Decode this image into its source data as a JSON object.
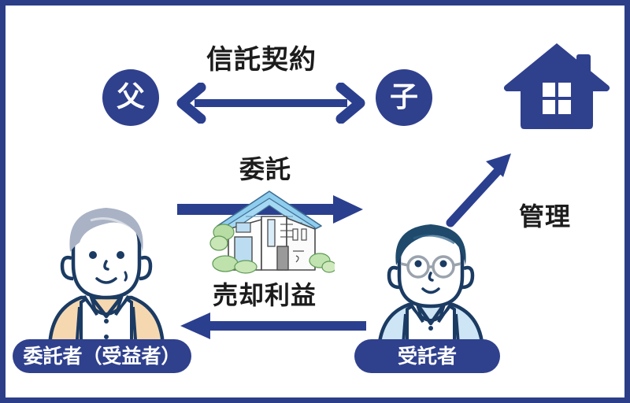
{
  "frame": {
    "border_color": "#2c3e87",
    "background_color": "#ffffff"
  },
  "palette": {
    "primary_blue": "#2f408d",
    "arrow_blue": "#2b3f8f",
    "text_black": "#1c1c1c",
    "house_roof_blue": "#7fc4e8",
    "cardigan_beige": "#f4d6ae",
    "shirt_blue": "#cfe6f5",
    "hair_gray": "#a8b2c4",
    "hair_navy": "#1f4a6b"
  },
  "roles": {
    "father": {
      "label": "父",
      "icon": "role-circle-father"
    },
    "child": {
      "label": "子",
      "icon": "role-circle-child"
    }
  },
  "labels": {
    "trust_contract": "信託契約",
    "entrust": "委託",
    "sale_profit": "売却利益",
    "management": "管理"
  },
  "badges": {
    "settlor": "委託者（受益者）",
    "trustee": "受託者"
  },
  "arrows": [
    {
      "name": "trust-contract-arrow",
      "direction": "bidirectional",
      "from": "father",
      "to": "child",
      "label": "信託契約",
      "color": "#2b3f8f"
    },
    {
      "name": "entrust-arrow",
      "direction": "right",
      "from": "settlor",
      "to": "trustee",
      "label": "委託",
      "color": "#2b3f8f"
    },
    {
      "name": "sale-profit-arrow",
      "direction": "left",
      "from": "trustee",
      "to": "settlor",
      "label": "売却利益",
      "color": "#2b3f8f"
    },
    {
      "name": "management-arrow",
      "direction": "up-right",
      "from": "trustee",
      "to": "property",
      "label": "管理",
      "color": "#2b3f8f"
    }
  ],
  "icons": {
    "property_house": "house-icon",
    "entrusted_property": "house-illustration",
    "settlor_avatar": "elderly-man-avatar",
    "trustee_avatar": "man-with-glasses-avatar"
  }
}
